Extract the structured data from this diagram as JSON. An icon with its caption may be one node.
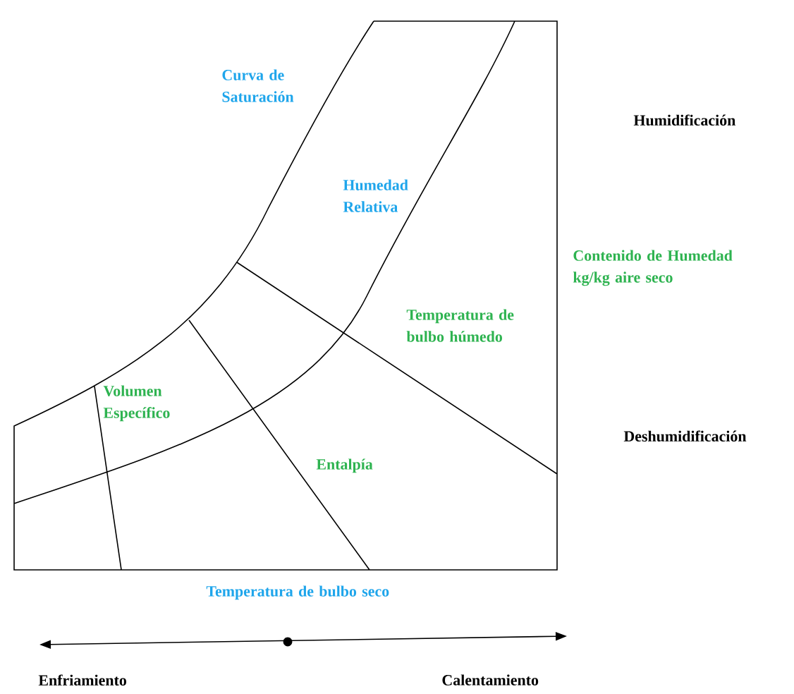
{
  "diagram": {
    "labels": [
      "Curva de Saturación",
      "Humidificación",
      "Humedad Relativa",
      "Contenido de Humedad kg/kg aire seco",
      "Temperatura de bulbo húmedo",
      "Volumen Específico",
      "Deshumidificación",
      "Entalpía",
      "Temperatura de bulbo seco",
      "Enfriamiento",
      "Calentamiento"
    ]
  }
}
